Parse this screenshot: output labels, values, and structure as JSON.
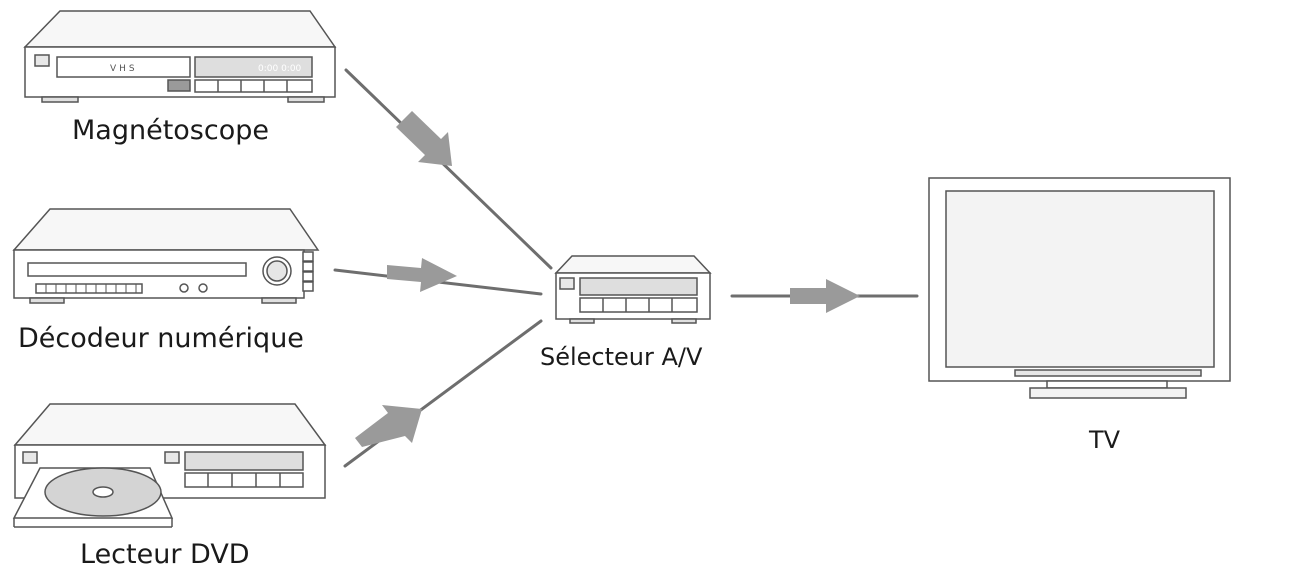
{
  "diagram": {
    "devices": {
      "vcr": {
        "label": "Magnétoscope",
        "tape_text": "VHS",
        "display_text": "0:00  0:00"
      },
      "decoder": {
        "label": "Décodeur numérique"
      },
      "dvd": {
        "label": "Lecteur DVD"
      },
      "selector": {
        "label": "Sélecteur A/V"
      },
      "tv": {
        "label": "TV"
      }
    },
    "connections": [
      {
        "from": "Magnétoscope",
        "to": "Sélecteur A/V"
      },
      {
        "from": "Décodeur numérique",
        "to": "Sélecteur A/V"
      },
      {
        "from": "Lecteur DVD",
        "to": "Sélecteur A/V"
      },
      {
        "from": "Sélecteur A/V",
        "to": "TV"
      }
    ],
    "colors": {
      "line": "#6e6e6e",
      "arrow": "#9a9a9a",
      "outline": "#555555"
    }
  }
}
